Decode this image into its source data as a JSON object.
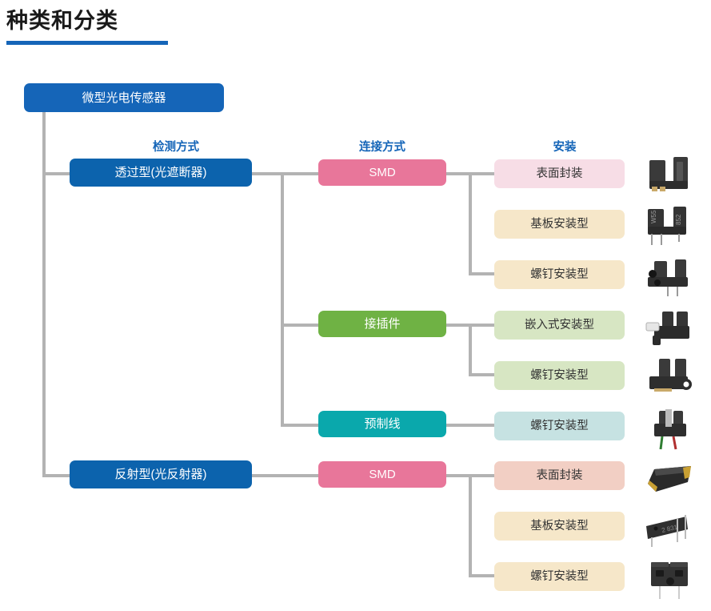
{
  "page": {
    "title": "种类和分类",
    "accent_color": "#1565b8"
  },
  "root": {
    "label": "微型光电传感器",
    "color": "#1565b8"
  },
  "columns": [
    {
      "key": "detection",
      "header": "检测方式",
      "color": "#1565b8"
    },
    {
      "key": "connection",
      "header": "连接方式",
      "color": "#1565b8"
    },
    {
      "key": "mounting",
      "header": "安装",
      "color": "#1565b8"
    }
  ],
  "detection_types": [
    {
      "id": "transmissive",
      "label": "透过型(光遮断器)",
      "color": "#0c63ad"
    },
    {
      "id": "reflective",
      "label": "反射型(光反射器)",
      "color": "#0c63ad"
    }
  ],
  "connection_types": [
    {
      "id": "smd-1",
      "label": "SMD",
      "color": "#e8769a"
    },
    {
      "id": "connector",
      "label": "接插件",
      "color": "#6fb244"
    },
    {
      "id": "prewired",
      "label": "预制线",
      "color": "#0aa8ac"
    },
    {
      "id": "smd-2",
      "label": "SMD",
      "color": "#e8769a"
    }
  ],
  "mounting_types": [
    {
      "id": "m1",
      "label": "表面封装",
      "color": "#f7dde6",
      "image": "sensor-slot-smd"
    },
    {
      "id": "m2",
      "label": "基板安装型",
      "color": "#f6e7c9",
      "image": "sensor-slot-through-hole"
    },
    {
      "id": "m3",
      "label": "螺钉安装型",
      "color": "#f6e7c9",
      "image": "sensor-slot-screw"
    },
    {
      "id": "m4",
      "label": "嵌入式安装型",
      "color": "#d7e6c3",
      "image": "sensor-connector-snap"
    },
    {
      "id": "m5",
      "label": "螺钉安装型",
      "color": "#d7e6c3",
      "image": "sensor-connector-screw"
    },
    {
      "id": "m6",
      "label": "螺钉安装型",
      "color": "#c6e2e2",
      "image": "sensor-prewired-screw"
    },
    {
      "id": "m7",
      "label": "表面封装",
      "color": "#f2cfc4",
      "image": "sensor-reflective-smd"
    },
    {
      "id": "m8",
      "label": "基板安装型",
      "color": "#f6e7c9",
      "image": "sensor-reflective-board"
    },
    {
      "id": "m9",
      "label": "螺钉安装型",
      "color": "#f6e7c9",
      "image": "sensor-reflective-screw"
    }
  ]
}
